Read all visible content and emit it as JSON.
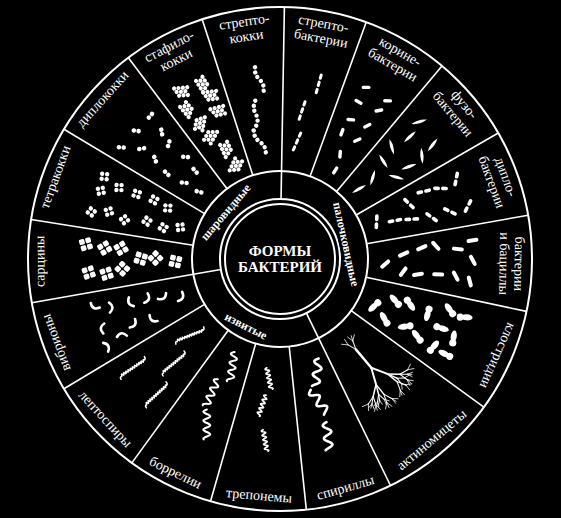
{
  "diagram": {
    "nodes": [
      {
        "text": [
          "ФОРМЫ БАКТЕРИЙ"
        ]
      }
    ],
    "labels": [
      "шаровидные",
      "палочковидные",
      "извитые",
      "стафило- кокки",
      "стрепто- кокки",
      "стрепто- бактерии",
      "корине- бактерии",
      "фузо- бактерии",
      "дипло- бактерии",
      "бактерии и бациллы",
      "клостридии",
      "актиномицеты",
      "спириллы",
      "трепонемы",
      "боррелии",
      "лептоспиры",
      "вибрионы",
      "сарцины",
      "тетракокки",
      "диплококки"
    ]
  }
}
